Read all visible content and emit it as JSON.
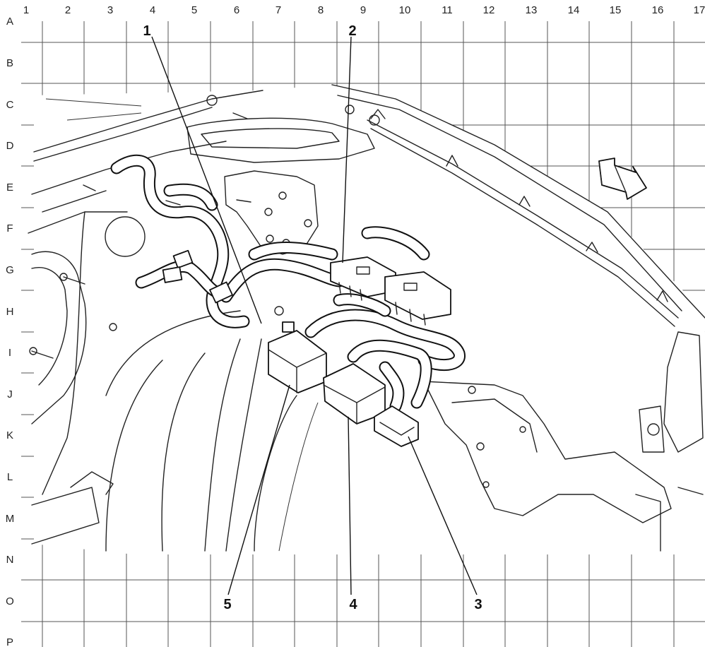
{
  "grid": {
    "columns": [
      "1",
      "2",
      "3",
      "4",
      "5",
      "6",
      "7",
      "8",
      "9",
      "10",
      "11",
      "12",
      "13",
      "14",
      "15",
      "16",
      "17"
    ],
    "rows": [
      "A",
      "B",
      "C",
      "D",
      "E",
      "F",
      "G",
      "H",
      "I",
      "J",
      "K",
      "L",
      "M",
      "N",
      "O",
      "P"
    ]
  },
  "callouts": [
    {
      "id": "callout-1",
      "label": "1"
    },
    {
      "id": "callout-2",
      "label": "2"
    },
    {
      "id": "callout-3",
      "label": "3"
    },
    {
      "id": "callout-4",
      "label": "4"
    },
    {
      "id": "callout-5",
      "label": "5"
    }
  ],
  "icons": {
    "direction_arrow": "front-direction-arrow-icon"
  }
}
